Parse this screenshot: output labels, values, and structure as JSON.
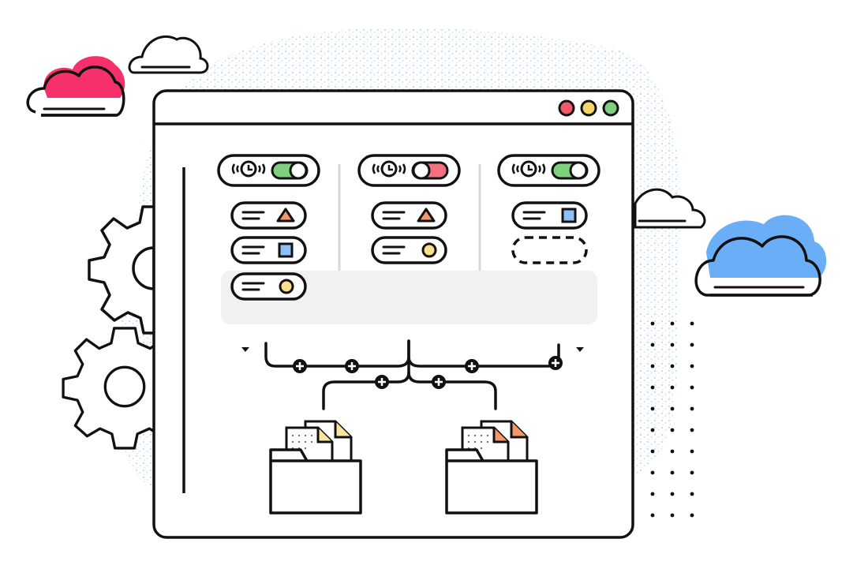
{
  "window": {
    "traffic_lights": [
      {
        "name": "close",
        "color": "#f25a6c"
      },
      {
        "name": "minimize",
        "color": "#f7d46a"
      },
      {
        "name": "maximize",
        "color": "#7ed07e"
      }
    ]
  },
  "columns": [
    {
      "toggle": {
        "state": "on",
        "color": "#7ed07e"
      },
      "items": [
        {
          "icon": "triangle-icon",
          "color": "#f4976b"
        },
        {
          "icon": "square-icon",
          "color": "#8dc1f5"
        },
        {
          "icon": "circle-icon",
          "color": "#fbe08a"
        }
      ]
    },
    {
      "toggle": {
        "state": "off",
        "color": "#f4707e"
      },
      "items": [
        {
          "icon": "triangle-icon",
          "color": "#f4976b"
        },
        {
          "icon": "circle-icon",
          "color": "#fbe08a"
        }
      ]
    },
    {
      "toggle": {
        "state": "on",
        "color": "#7ed07e"
      },
      "items": [
        {
          "icon": "square-icon",
          "color": "#8dc1f5"
        },
        {
          "icon": "empty-slot",
          "color": "none"
        }
      ]
    }
  ],
  "folders": [
    {
      "name": "folder-left",
      "doc_accent": "#fbe6a0"
    },
    {
      "name": "folder-right",
      "doc_accent": "#f4976b"
    }
  ],
  "clouds": [
    {
      "name": "cloud-pink",
      "color": "#f5306a"
    },
    {
      "name": "cloud-blue",
      "color": "#6aaef7"
    }
  ],
  "colors": {
    "stroke": "#111111",
    "speckle": "#bcd6f5",
    "highlight_row": "#f1f1f1"
  }
}
